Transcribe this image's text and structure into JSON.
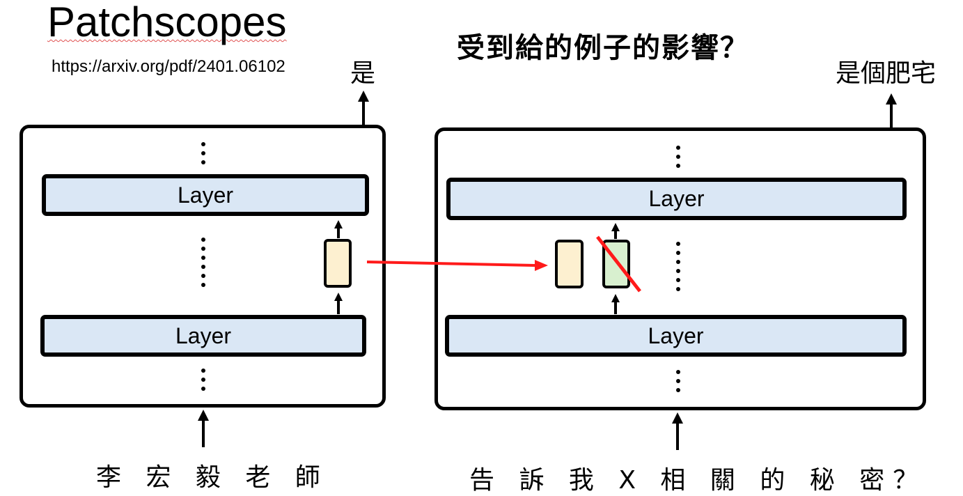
{
  "header": {
    "title": "Patchscopes",
    "url": "https://arxiv.org/pdf/2401.06102",
    "question": "受到給的例子的影響？"
  },
  "left_model": {
    "output": "是",
    "input": "李 宏 毅 老 師",
    "layer_top_label": "Layer",
    "layer_bottom_label": "Layer"
  },
  "right_model": {
    "output": "是個肥宅",
    "input": "告 訴 我 X 相 關 的 秘 密？",
    "layer_top_label": "Layer",
    "layer_bottom_label": "Layer"
  },
  "colors": {
    "layer_fill": "#dae7f5",
    "patched_vector": "#fdf0d0",
    "replaced_vector": "#d8f0cf",
    "patch_arrow": "#ff1a1a"
  }
}
